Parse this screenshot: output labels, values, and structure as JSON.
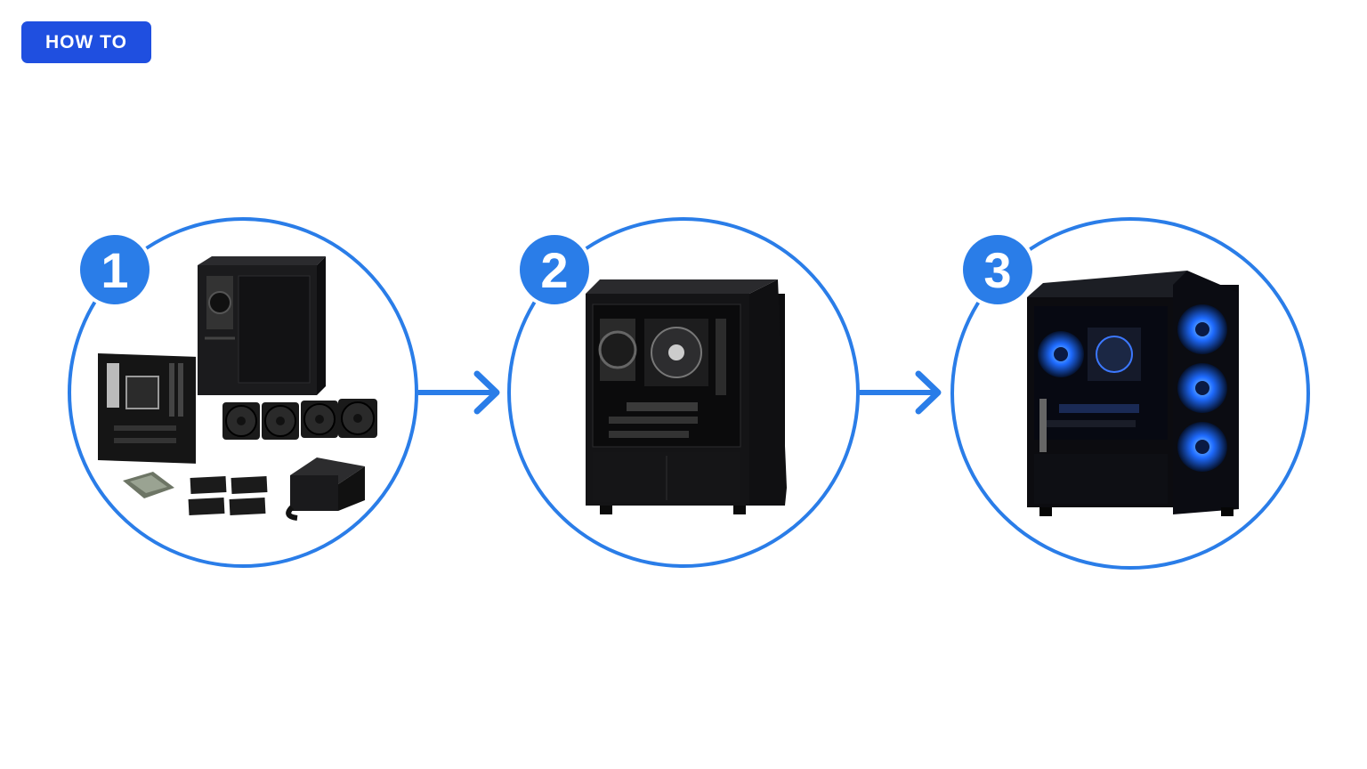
{
  "badge": {
    "label": "HOW TO"
  },
  "steps": [
    {
      "number": "1",
      "content": "pc-components-icon"
    },
    {
      "number": "2",
      "content": "assembled-case-icon"
    },
    {
      "number": "3",
      "content": "rgb-pc-icon"
    }
  ],
  "colors": {
    "accent": "#2a7de8",
    "badge": "#1f4fe0",
    "rgb_glow": "#1e6bff"
  }
}
